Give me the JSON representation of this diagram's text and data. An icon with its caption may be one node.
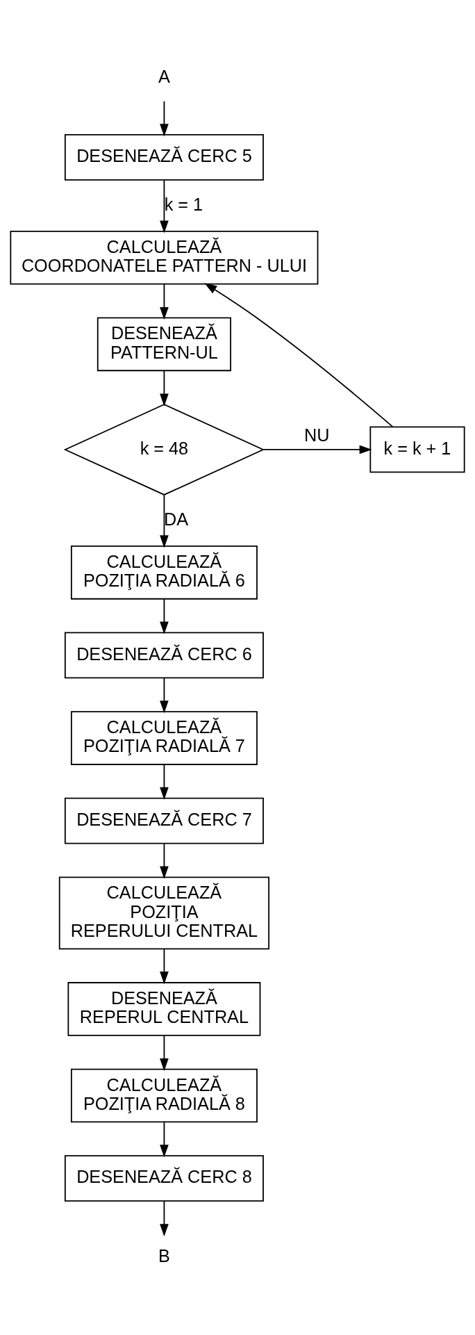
{
  "diagram": {
    "nodes": [
      {
        "text": [
          "A"
        ]
      },
      {
        "text": [
          "DESENEAZĂ CERC 5"
        ]
      },
      {
        "text": [
          "CALCULEAZĂ COORDONATELE PATTERN - ULUI"
        ]
      },
      {
        "text": [
          "DESENEAZĂ PATTERN-UL"
        ]
      },
      {
        "text": [
          "k = 48"
        ]
      },
      {
        "text": [
          "k = k + 1"
        ]
      },
      {
        "text": [
          "CALCULEAZĂ POZIŢIA RADIALĂ 6"
        ]
      },
      {
        "text": [
          "DESENEAZĂ CERC 6"
        ]
      },
      {
        "text": [
          "CALCULEAZĂ POZIŢIA RADIALĂ 7"
        ]
      },
      {
        "text": [
          "DESENEAZĂ CERC 7"
        ]
      },
      {
        "text": [
          "CALCULEAZĂ POZIŢIA REPERULUI CENTRAL"
        ]
      },
      {
        "text": [
          "DESENEAZĂ REPERUL CENTRAL"
        ]
      },
      {
        "text": [
          "CALCULEAZĂ POZIŢIA RADIALĂ 8"
        ]
      },
      {
        "text": [
          "DESENEAZĂ CERC 8"
        ]
      },
      {
        "text": [
          "B"
        ]
      }
    ],
    "edges": [
      {
        "from": 0,
        "to": 1,
        "arrow": "to"
      },
      {
        "from": 1,
        "to": 2,
        "arrow": "to",
        "label": "k = 1"
      },
      {
        "from": 2,
        "to": 3,
        "arrow": "to"
      },
      {
        "from": 3,
        "to": 4,
        "arrow": "to"
      },
      {
        "from": 4,
        "to": 5,
        "arrow": "to",
        "label": "NU"
      },
      {
        "from": 5,
        "to": 2,
        "arrow": "to"
      },
      {
        "from": 4,
        "to": 6,
        "arrow": "to",
        "label": "DA"
      },
      {
        "from": 6,
        "to": 7,
        "arrow": "to"
      },
      {
        "from": 7,
        "to": 8,
        "arrow": "to"
      },
      {
        "from": 8,
        "to": 9,
        "arrow": "to"
      },
      {
        "from": 9,
        "to": 10,
        "arrow": "to"
      },
      {
        "from": 10,
        "to": 11,
        "arrow": "to"
      },
      {
        "from": 11,
        "to": 12,
        "arrow": "to"
      },
      {
        "from": 12,
        "to": 13,
        "arrow": "to"
      },
      {
        "from": 13,
        "to": 14,
        "arrow": "to"
      }
    ]
  }
}
